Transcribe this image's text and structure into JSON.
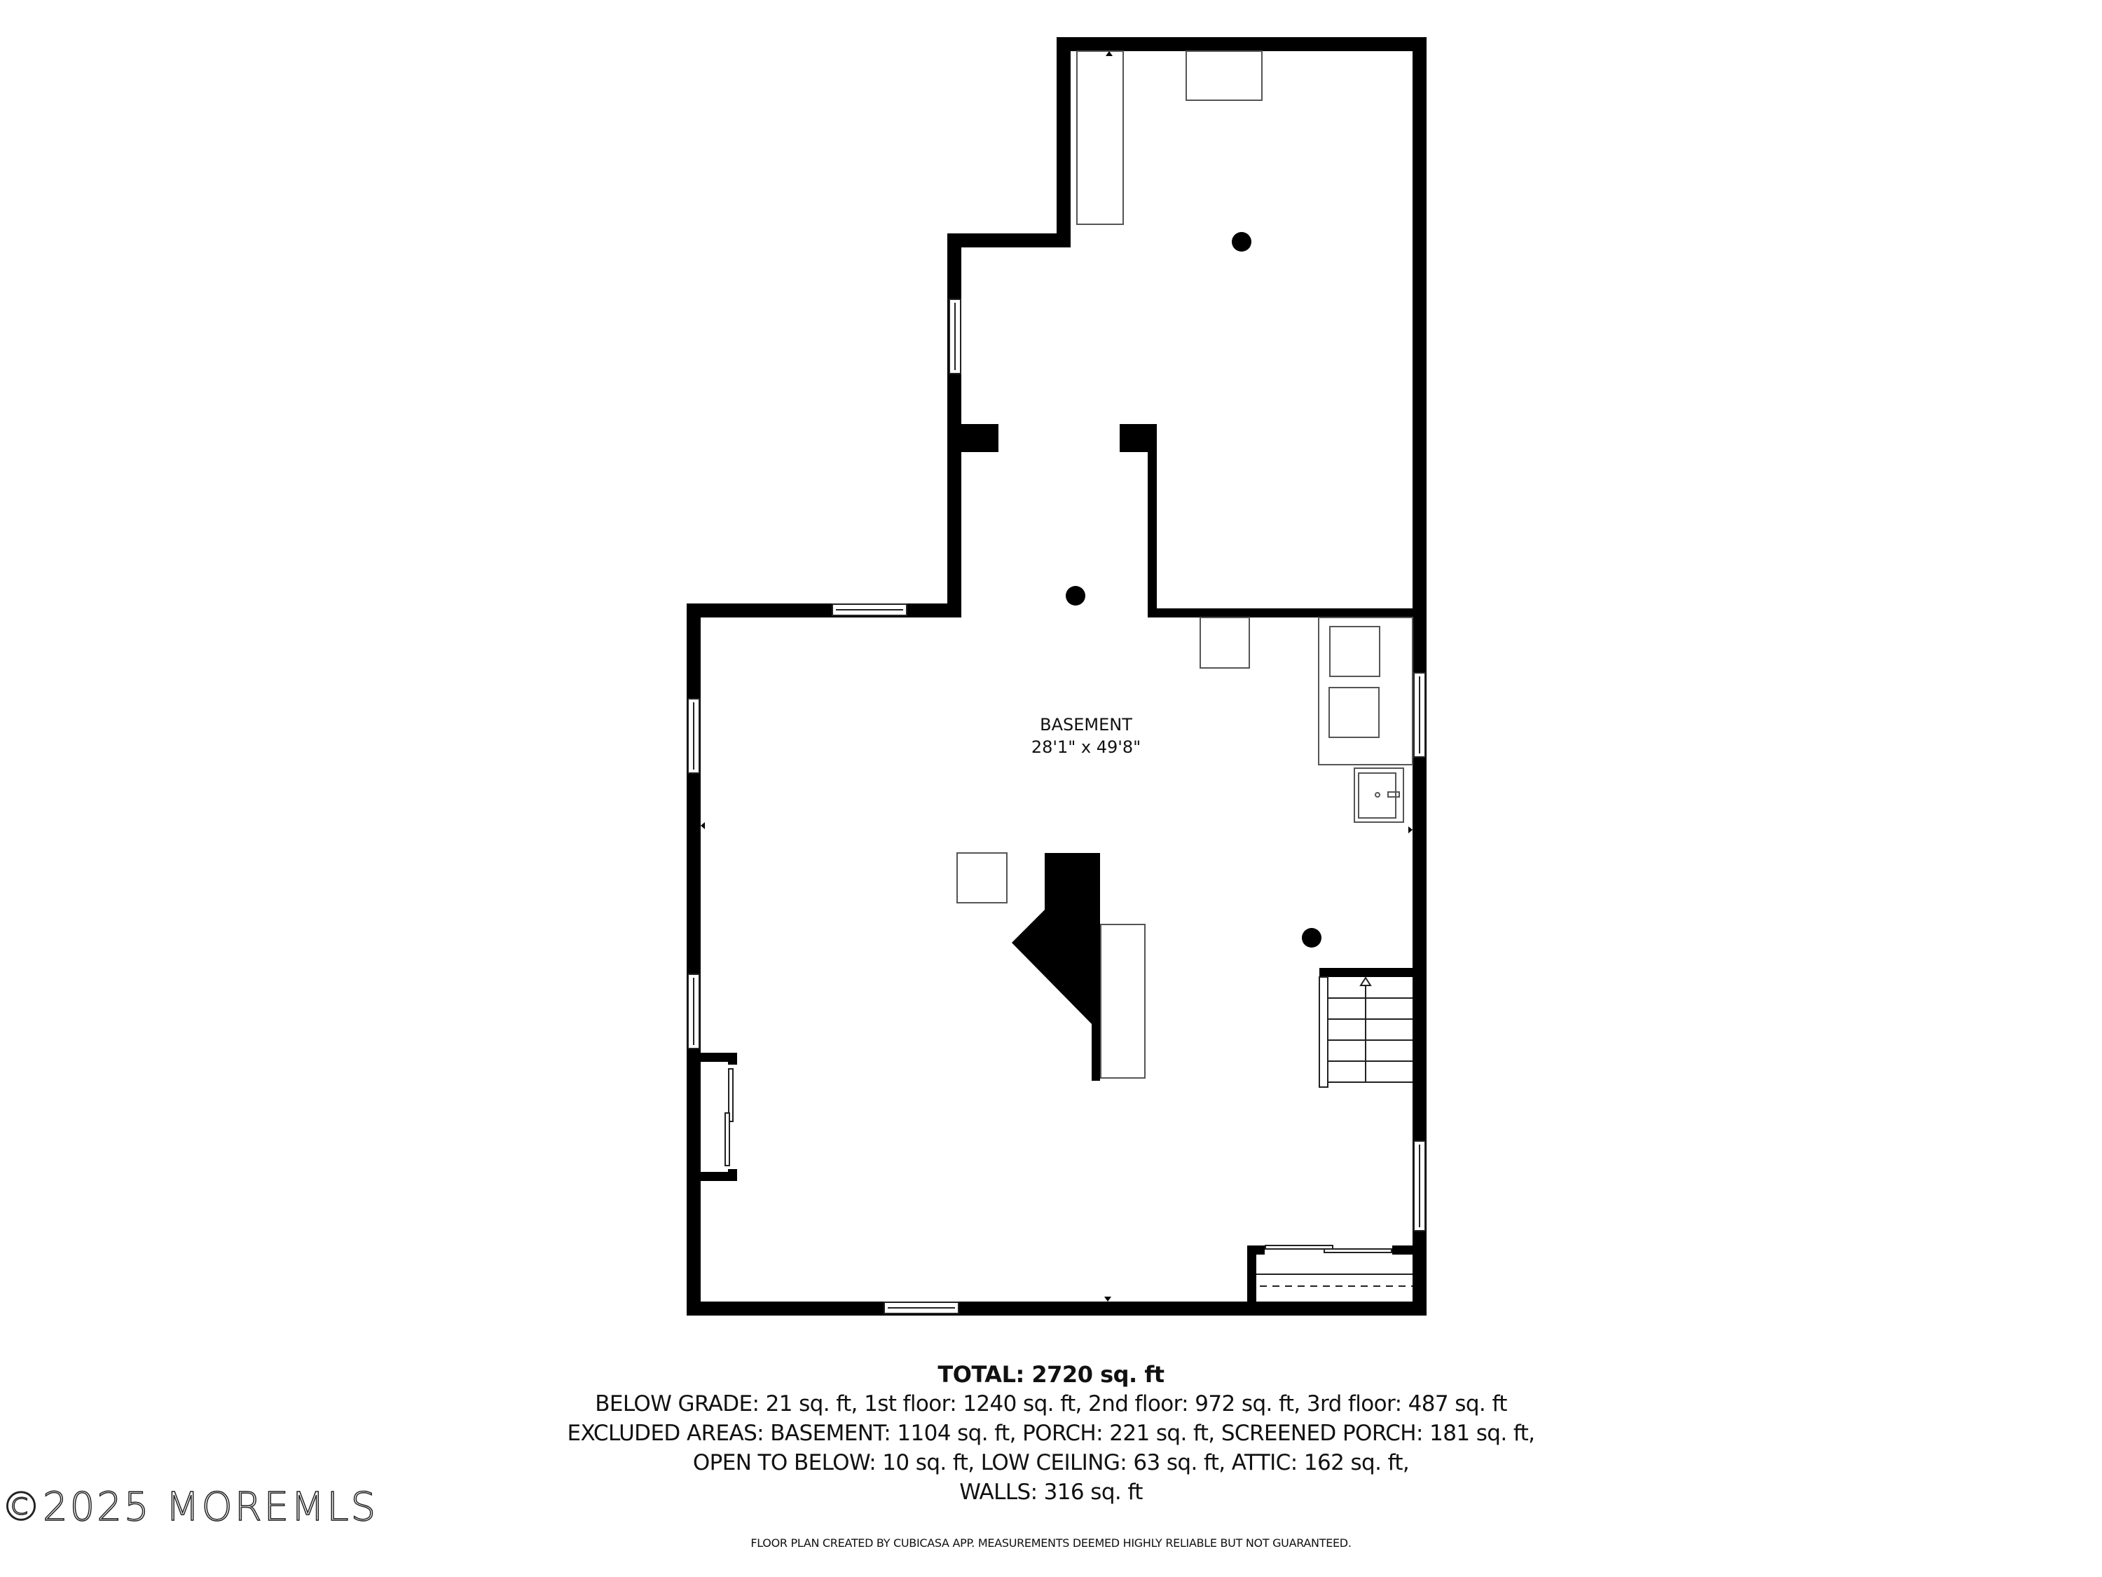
{
  "floor_plan": {
    "room": {
      "name": "BASEMENT",
      "dimensions": "28'1\" x 49'8\""
    },
    "colors": {
      "wall": "#000000",
      "fixture_stroke": "#555555",
      "background": "#ffffff"
    },
    "icons": [
      "window",
      "stairs-up-arrow",
      "post",
      "fireplace-chimney",
      "sink",
      "washer",
      "dryer",
      "door-marker-arrow",
      "sliding-door"
    ]
  },
  "summary": {
    "total": "TOTAL: 2720 sq. ft",
    "lines": [
      "BELOW GRADE: 21 sq. ft, 1st floor: 1240 sq. ft, 2nd floor: 972 sq. ft, 3rd floor: 487 sq. ft",
      "EXCLUDED AREAS: BASEMENT: 1104 sq. ft, PORCH: 221 sq. ft, SCREENED PORCH: 181 sq. ft,",
      "OPEN TO BELOW: 10 sq. ft, LOW CEILING: 63 sq. ft, ATTIC: 162 sq. ft,",
      "WALLS: 316 sq. ft"
    ]
  },
  "footer": {
    "disclaimer": "FLOOR PLAN CREATED BY CUBICASA APP. MEASUREMENTS DEEMED HIGHLY RELIABLE BUT NOT GUARANTEED.",
    "watermark": "©2025 MOREMLS"
  }
}
